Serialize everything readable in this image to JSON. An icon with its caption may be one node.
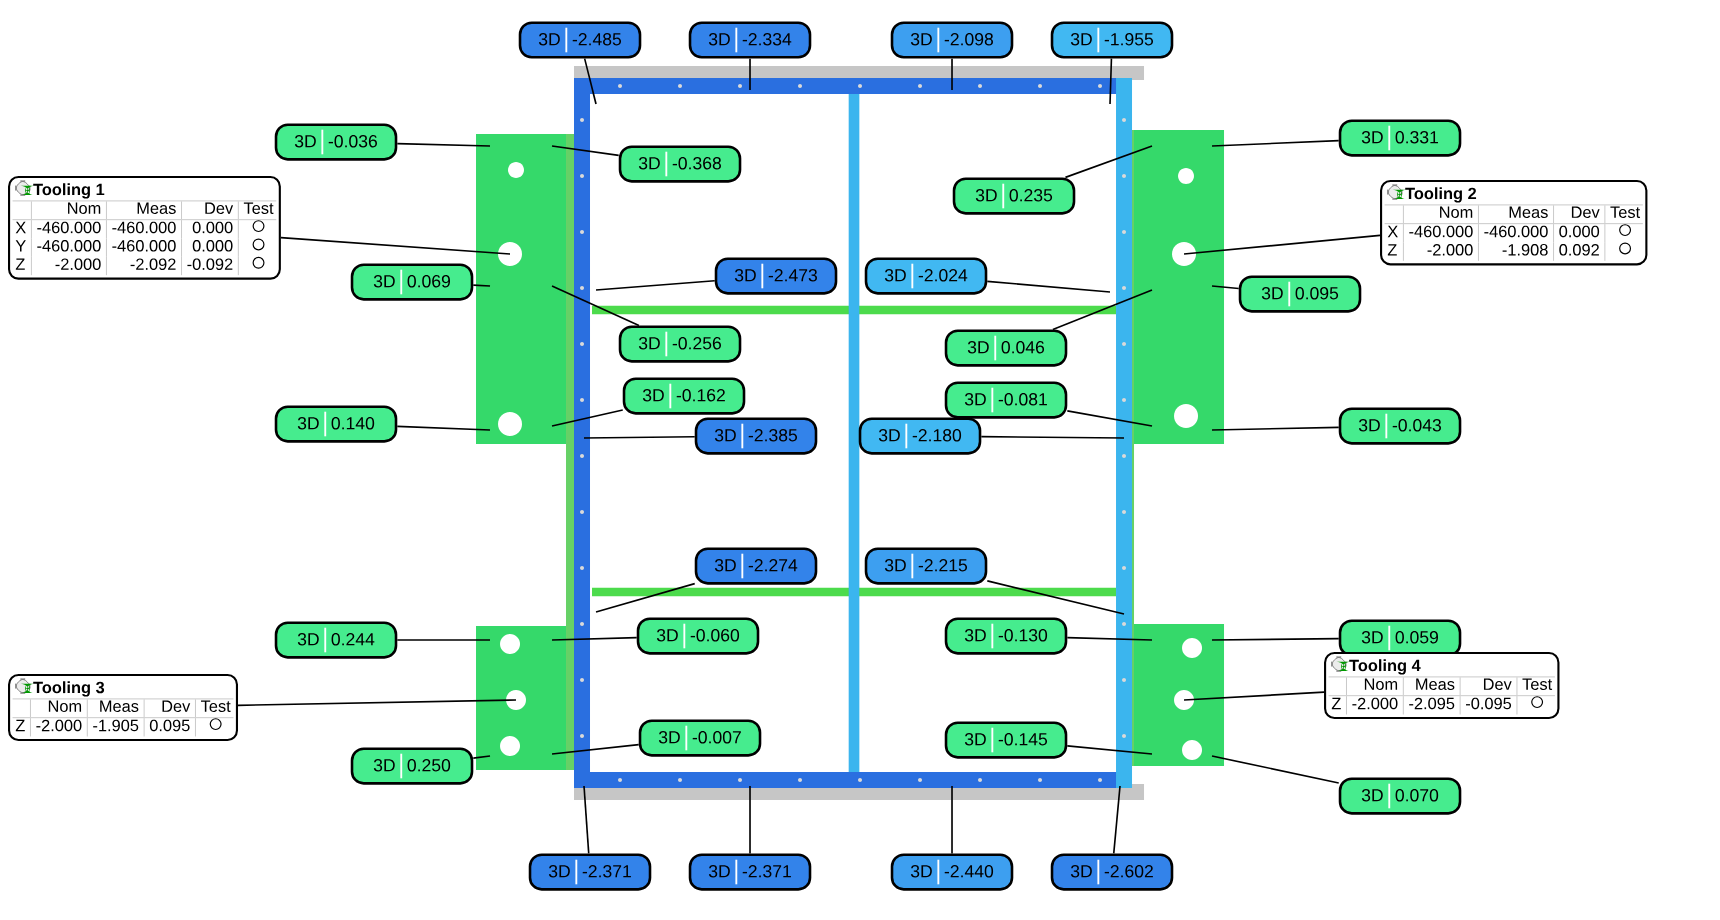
{
  "diagram": {
    "nodes": [
      {
        "text": [
          "3D",
          "-2.485"
        ]
      },
      {
        "text": [
          "3D",
          "-2.334"
        ]
      },
      {
        "text": [
          "3D",
          "-2.098"
        ]
      },
      {
        "text": [
          "3D",
          "-1.955"
        ]
      },
      {
        "text": [
          "3D",
          "-0.036"
        ]
      },
      {
        "text": [
          "3D",
          "-0.368"
        ]
      },
      {
        "text": [
          "3D",
          "0.235"
        ]
      },
      {
        "text": [
          "3D",
          "0.331"
        ]
      },
      {
        "text": [
          "Tooling 1",
          "Nom",
          "Meas",
          "Dev",
          "Test",
          "X",
          "-460.000",
          "-460.000",
          "0.000",
          "Y",
          "-460.000",
          "-460.000",
          "0.000",
          "Z",
          "-2.000",
          "-2.092",
          "-0.092"
        ]
      },
      {
        "text": [
          "Tooling 2",
          "Nom",
          "Meas",
          "Dev",
          "Test",
          "X",
          "-460.000",
          "-460.000",
          "0.000",
          "Z",
          "-2.000",
          "-1.908",
          "0.092"
        ]
      },
      {
        "text": [
          "3D",
          "0.069"
        ]
      },
      {
        "text": [
          "3D",
          "-2.473"
        ]
      },
      {
        "text": [
          "3D",
          "-2.024"
        ]
      },
      {
        "text": [
          "3D",
          "0.095"
        ]
      },
      {
        "text": [
          "3D",
          "-0.256"
        ]
      },
      {
        "text": [
          "3D",
          "0.046"
        ]
      },
      {
        "text": [
          "3D",
          "-0.162"
        ]
      },
      {
        "text": [
          "3D",
          "-0.081"
        ]
      },
      {
        "text": [
          "3D",
          "0.140"
        ]
      },
      {
        "text": [
          "3D",
          "-2.385"
        ]
      },
      {
        "text": [
          "3D",
          "-2.180"
        ]
      },
      {
        "text": [
          "3D",
          "-0.043"
        ]
      },
      {
        "text": [
          "3D",
          "-2.274"
        ]
      },
      {
        "text": [
          "3D",
          "-2.215"
        ]
      },
      {
        "text": [
          "3D",
          "0.244"
        ]
      },
      {
        "text": [
          "3D",
          "-0.060"
        ]
      },
      {
        "text": [
          "3D",
          "-0.130"
        ]
      },
      {
        "text": [
          "3D",
          "0.059"
        ]
      },
      {
        "text": [
          "Tooling 3",
          "Nom",
          "Meas",
          "Dev",
          "Test",
          "Z",
          "-2.000",
          "-1.905",
          "0.095"
        ]
      },
      {
        "text": [
          "Tooling 4",
          "Nom",
          "Meas",
          "Dev",
          "Test",
          "Z",
          "-2.000",
          "-2.095",
          "-0.095"
        ]
      },
      {
        "text": [
          "3D",
          "-0.007"
        ]
      },
      {
        "text": [
          "3D",
          "-0.145"
        ]
      },
      {
        "text": [
          "3D",
          "0.250"
        ]
      },
      {
        "text": [
          "3D",
          "0.070"
        ]
      },
      {
        "text": [
          "3D",
          "-2.371"
        ]
      },
      {
        "text": [
          "3D",
          "-2.371"
        ]
      },
      {
        "text": [
          "3D",
          "-2.440"
        ]
      },
      {
        "text": [
          "3D",
          "-2.602"
        ]
      }
    ],
    "edges": [
      {
        "from": 0,
        "to": null,
        "arrow": "none"
      },
      {
        "from": 1,
        "to": null,
        "arrow": "none"
      },
      {
        "from": 2,
        "to": null,
        "arrow": "none"
      },
      {
        "from": 3,
        "to": null,
        "arrow": "none"
      },
      {
        "from": 4,
        "to": null,
        "arrow": "none"
      },
      {
        "from": 5,
        "to": null,
        "arrow": "none"
      },
      {
        "from": 6,
        "to": null,
        "arrow": "none"
      },
      {
        "from": 7,
        "to": null,
        "arrow": "none"
      },
      {
        "from": 8,
        "to": null,
        "arrow": "none"
      },
      {
        "from": 9,
        "to": null,
        "arrow": "none"
      },
      {
        "from": 10,
        "to": null,
        "arrow": "none"
      },
      {
        "from": 11,
        "to": null,
        "arrow": "none"
      },
      {
        "from": 12,
        "to": null,
        "arrow": "none"
      },
      {
        "from": 13,
        "to": null,
        "arrow": "none"
      },
      {
        "from": 14,
        "to": null,
        "arrow": "none"
      },
      {
        "from": 15,
        "to": null,
        "arrow": "none"
      },
      {
        "from": 16,
        "to": null,
        "arrow": "none"
      },
      {
        "from": 17,
        "to": null,
        "arrow": "none"
      },
      {
        "from": 18,
        "to": null,
        "arrow": "none"
      },
      {
        "from": 19,
        "to": null,
        "arrow": "none"
      },
      {
        "from": 20,
        "to": null,
        "arrow": "none"
      },
      {
        "from": 21,
        "to": null,
        "arrow": "none"
      },
      {
        "from": 22,
        "to": null,
        "arrow": "none"
      },
      {
        "from": 23,
        "to": null,
        "arrow": "none"
      },
      {
        "from": 24,
        "to": null,
        "arrow": "none"
      },
      {
        "from": 25,
        "to": null,
        "arrow": "none"
      },
      {
        "from": 26,
        "to": null,
        "arrow": "none"
      },
      {
        "from": 27,
        "to": null,
        "arrow": "none"
      },
      {
        "from": 28,
        "to": null,
        "arrow": "none"
      },
      {
        "from": 29,
        "to": null,
        "arrow": "none"
      },
      {
        "from": 30,
        "to": null,
        "arrow": "none"
      },
      {
        "from": 31,
        "to": null,
        "arrow": "none"
      },
      {
        "from": 32,
        "to": null,
        "arrow": "none"
      },
      {
        "from": 33,
        "to": null,
        "arrow": "none"
      },
      {
        "from": 34,
        "to": null,
        "arrow": "none"
      },
      {
        "from": 35,
        "to": null,
        "arrow": "none"
      },
      {
        "from": 36,
        "to": null,
        "arrow": "none"
      },
      {
        "from": 37,
        "to": null,
        "arrow": "none"
      }
    ]
  }
}
